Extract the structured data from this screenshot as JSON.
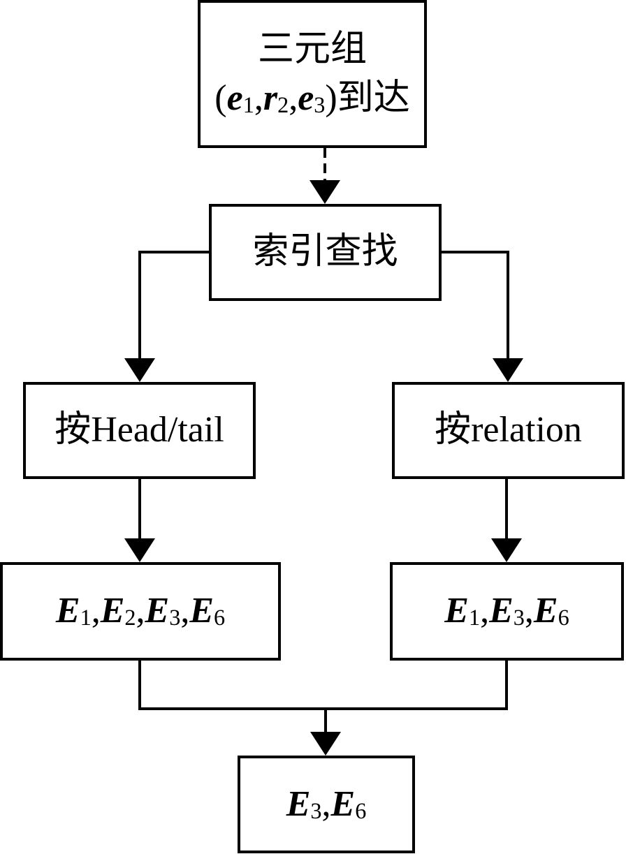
{
  "nodes": {
    "arrival": {
      "line1": "三元组",
      "paren_open": "(",
      "e1": "e",
      "e1_sub": "1",
      "comma1": ",",
      "r2": "r",
      "r2_sub": "2",
      "comma2": ",",
      "e3": "e",
      "e3_sub": "3",
      "paren_close_suffix": ")到达"
    },
    "index_lookup": {
      "label": "索引查找"
    },
    "by_head_tail": {
      "label": "按Head/tail"
    },
    "by_relation": {
      "label": "按relation"
    },
    "result_head_tail": {
      "items": [
        {
          "sym": "E",
          "sub": "1"
        },
        {
          "sym": "E",
          "sub": "2"
        },
        {
          "sym": "E",
          "sub": "3"
        },
        {
          "sym": "E",
          "sub": "6"
        }
      ],
      "separator": ","
    },
    "result_relation": {
      "items": [
        {
          "sym": "E",
          "sub": "1"
        },
        {
          "sym": "E",
          "sub": "3"
        },
        {
          "sym": "E",
          "sub": "6"
        }
      ],
      "separator": ","
    },
    "final_result": {
      "items": [
        {
          "sym": "E",
          "sub": "3"
        },
        {
          "sym": "E",
          "sub": "6"
        }
      ],
      "separator": ","
    }
  }
}
